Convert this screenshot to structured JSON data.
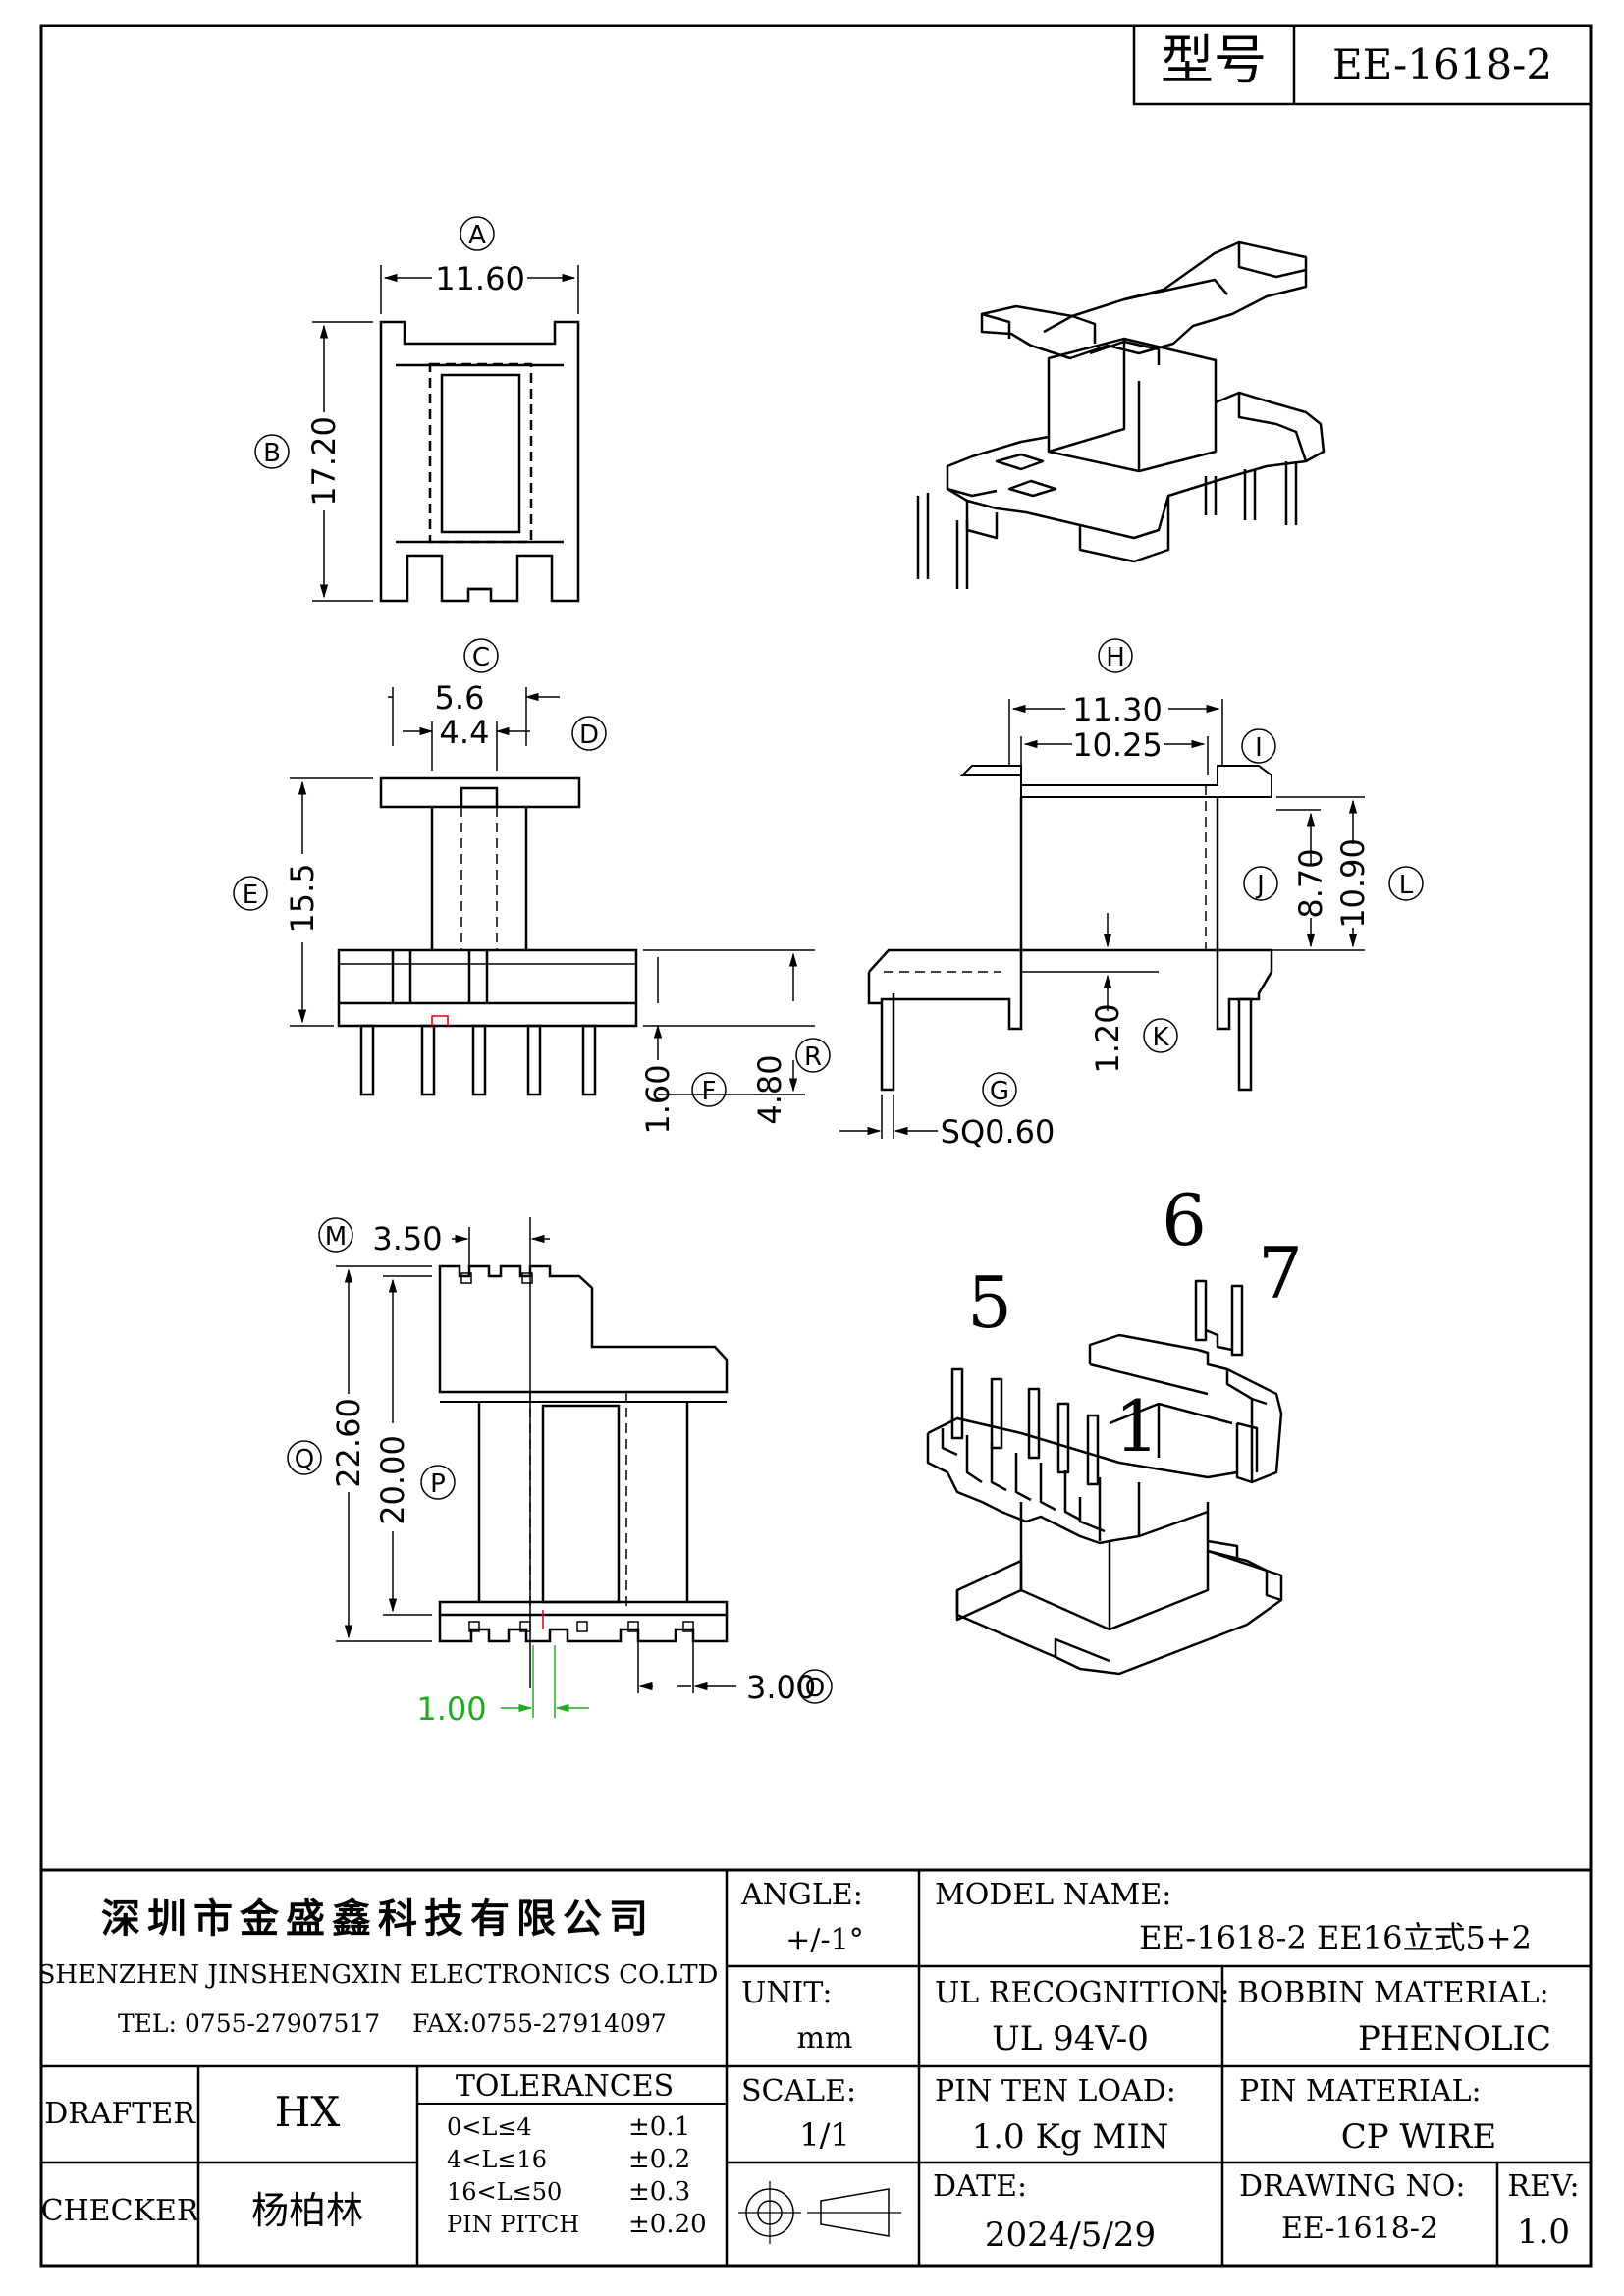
{
  "title_block_top": {
    "label": "型号",
    "value": "EE-1618-2"
  },
  "dimensions": {
    "A": "11.60",
    "B": "17.20",
    "C": "5.6",
    "C_inner": "4.4",
    "E": "15.5",
    "F": "1.60",
    "R": "4.80",
    "G": "SQ0.60",
    "H": "11.30",
    "I": "10.25",
    "J": "8.70",
    "L": "10.90",
    "K": "1.20",
    "M": "3.50",
    "Q": "22.60",
    "P": "20.00",
    "O": "3.00",
    "N": "1.00"
  },
  "callouts": {
    "A": "A",
    "B": "B",
    "C": "C",
    "D": "D",
    "E": "E",
    "F": "F",
    "G": "G",
    "H": "H",
    "I": "I",
    "J": "J",
    "K": "K",
    "L": "L",
    "M": "M",
    "O": "O",
    "P": "P",
    "Q": "Q",
    "R": "R"
  },
  "pin_numbers": {
    "p5": "5",
    "p6": "6",
    "p7": "7",
    "p1": "1"
  },
  "company": {
    "name_cn": "深圳市金盛鑫科技有限公司",
    "name_en": "SHENZHEN JINSHENGXIN ELECTRONICS CO.LTD",
    "tel": "TEL: 0755-27907517",
    "fax": "FAX:0755-27914097"
  },
  "angle": {
    "label": "ANGLE:",
    "value": "+/-1°"
  },
  "model": {
    "label": "MODEL NAME:",
    "value": "EE-1618-2 EE16立式5+2"
  },
  "unit": {
    "label": "UNIT:",
    "value": "mm"
  },
  "ul": {
    "label": "UL RECOGNITION:",
    "value": "UL 94V-0"
  },
  "bobbin": {
    "label": "BOBBIN MATERIAL:",
    "value": "PHENOLIC"
  },
  "drafter": {
    "label": "DRAFTER",
    "value": "HX"
  },
  "checker": {
    "label": "CHECKER",
    "value": "杨柏林"
  },
  "tolerances": {
    "title": "TOLERANCES",
    "rows": [
      {
        "range": "0<L≤4",
        "tol": "±0.1"
      },
      {
        "range": "4<L≤16",
        "tol": "±0.2"
      },
      {
        "range": "16<L≤50",
        "tol": "±0.3"
      },
      {
        "range": "PIN PITCH",
        "tol": "±0.20"
      }
    ]
  },
  "scale": {
    "label": "SCALE:",
    "value": "1/1"
  },
  "pin_load": {
    "label": "PIN TEN LOAD:",
    "value": "1.0 Kg MIN"
  },
  "pin_material": {
    "label": "PIN MATERIAL:",
    "value": "CP WIRE"
  },
  "date": {
    "label": "DATE:",
    "value": "2024/5/29"
  },
  "drawing_no": {
    "label": "DRAWING NO:",
    "value": "EE-1618-2"
  },
  "rev": {
    "label": "REV:",
    "value": "1.0"
  },
  "colors": {
    "ink": "#000000",
    "green_dim": "#22aa22",
    "red_mark": "#dd0000"
  }
}
